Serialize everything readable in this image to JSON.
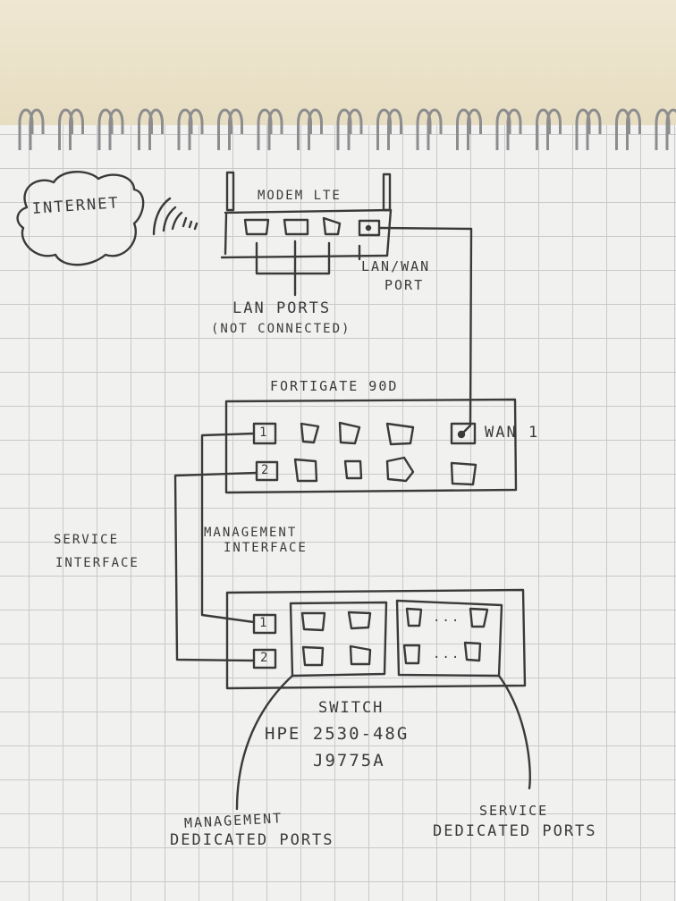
{
  "diagram": {
    "cloud": {
      "label": "INTERNET"
    },
    "modem": {
      "title": "MODEM LTE",
      "lan_ports_label": "LAN PORTS",
      "lan_ports_note": "(NOT CONNECTED)",
      "wan_port_label_1": "LAN/WAN",
      "wan_port_label_2": "PORT"
    },
    "firewall": {
      "title": "FORTIGATE 90D",
      "port_1": "1",
      "port_2": "2",
      "wan_label": "WAN 1"
    },
    "links": {
      "service_label_1": "SERVICE",
      "service_label_2": "INTERFACE",
      "management_label_1": "MANAGEMENT",
      "management_label_2": "INTERFACE"
    },
    "switch": {
      "port_1": "1",
      "port_2": "2",
      "ellipsis_top": "...",
      "ellipsis_bottom": "...",
      "title": "SWITCH",
      "model_line": "HPE    2530-48G",
      "part_number": "J9775A"
    },
    "annotations": {
      "management_ports_1": "MANAGEMENT",
      "management_ports_2": "DEDICATED PORTS",
      "service_ports_1": "SERVICE",
      "service_ports_2": "DEDICATED PORTS"
    }
  },
  "colors": {
    "ink": "#3a3a3a",
    "paper": "#f1f1f0",
    "grid": "#c9c9ca",
    "wall": "#e9e1cc"
  }
}
